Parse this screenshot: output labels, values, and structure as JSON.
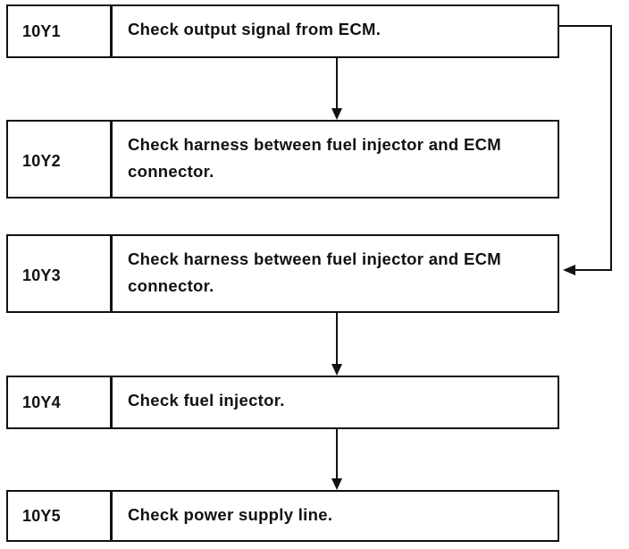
{
  "steps": [
    {
      "code": "10Y1",
      "text": "Check output signal from ECM."
    },
    {
      "code": "10Y2",
      "text": "Check harness between fuel injector and ECM connector."
    },
    {
      "code": "10Y3",
      "text": "Check harness between fuel injector and ECM connector."
    },
    {
      "code": "10Y4",
      "text": "Check fuel injector."
    },
    {
      "code": "10Y5",
      "text": "Check power supply line."
    }
  ],
  "colors": {
    "line": "#111111",
    "background": "#ffffff"
  }
}
